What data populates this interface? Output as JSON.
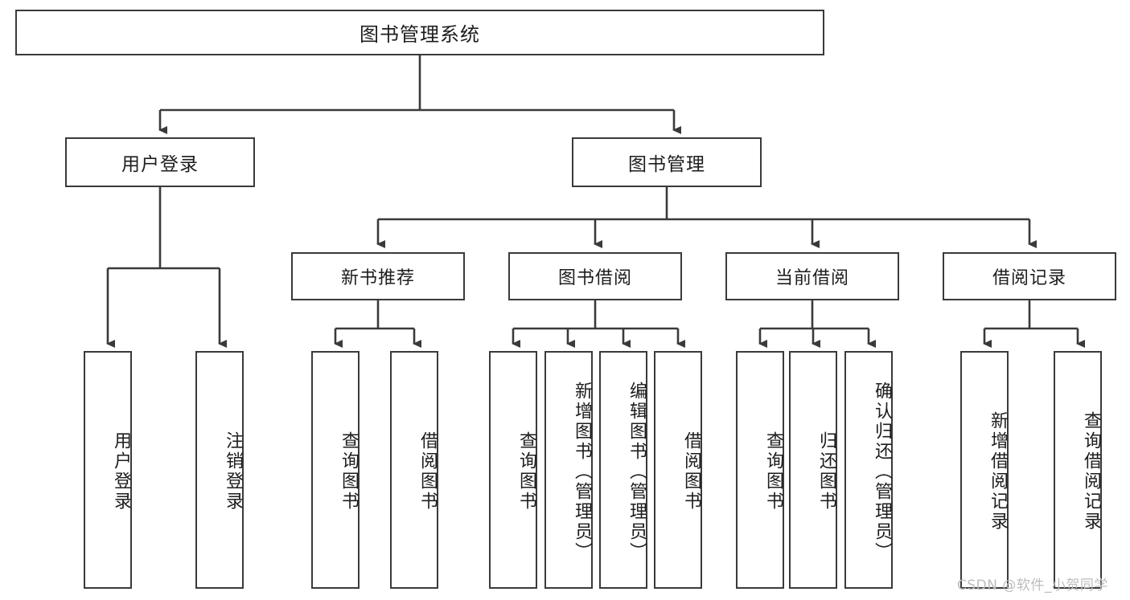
{
  "diagram": {
    "type": "tree",
    "title": "图书管理系统",
    "root": {
      "label": "图书管理系统"
    },
    "level1": [
      {
        "label": "用户登录"
      },
      {
        "label": "图书管理"
      }
    ],
    "level2": [
      {
        "label": "新书推荐"
      },
      {
        "label": "图书借阅"
      },
      {
        "label": "当前借阅"
      },
      {
        "label": "借阅记录"
      }
    ],
    "leaves": {
      "user_login": [
        {
          "label": "用户登录"
        },
        {
          "label": "注销登录"
        }
      ],
      "new_book_recommend": [
        {
          "label": "查询图书"
        },
        {
          "label": "借阅图书"
        }
      ],
      "book_borrow": [
        {
          "label": "查询图书"
        },
        {
          "label": "新增图书（管理员）"
        },
        {
          "label": "编辑图书（管理员）"
        },
        {
          "label": "借阅图书"
        }
      ],
      "current_borrow": [
        {
          "label": "查询图书"
        },
        {
          "label": "归还图书"
        },
        {
          "label": "确认归还（管理员）"
        }
      ],
      "borrow_record": [
        {
          "label": "新增借阅记录"
        },
        {
          "label": "查询借阅记录"
        }
      ]
    }
  },
  "watermark": {
    "text": "CSDN @软件_小贺同学"
  },
  "colors": {
    "stroke": "#3a3a3a",
    "background": "#ffffff",
    "text": "#1d1d1d",
    "watermark": "#bdbdbd"
  }
}
